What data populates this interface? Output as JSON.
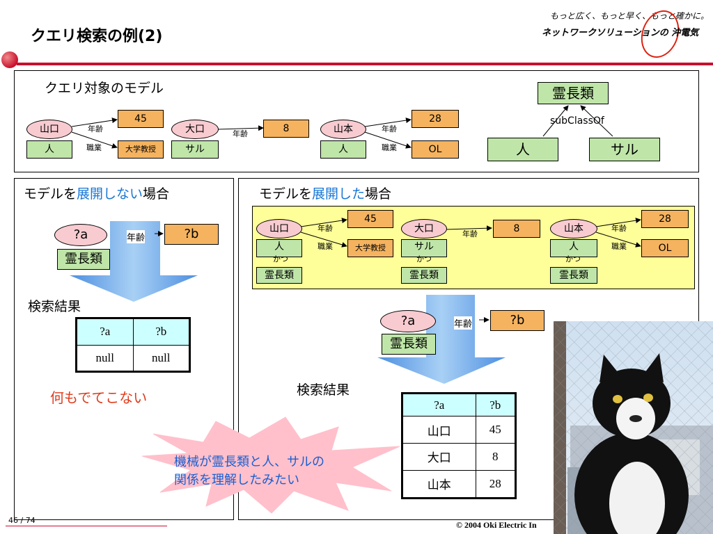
{
  "header": {
    "title": "クエリ検索の例(2)",
    "slogan": "もっと広く、もっと早く、もっと確かに。",
    "logo": "ネットワークソリューションの 沖電気"
  },
  "top": {
    "heading": "クエリ対象のモデル",
    "a": {
      "node": "山口",
      "cls": "人",
      "age_label": "年齢",
      "age": "45",
      "job_label": "職業",
      "job": "大学教授"
    },
    "b": {
      "node": "大口",
      "cls": "サル",
      "age_label": "年齢",
      "age": "8"
    },
    "c": {
      "node": "山本",
      "cls": "人",
      "age_label": "年齢",
      "age": "28",
      "job_label": "職業",
      "job": "OL"
    },
    "hier": {
      "parent": "霊長類",
      "rel": "subClassOf",
      "child1": "人",
      "child2": "サル"
    }
  },
  "left": {
    "heading_pre": "モデルを",
    "heading_hl": "展開しない",
    "heading_post": "場合",
    "qa": "?a",
    "qlabel": "年齢",
    "qb": "?b",
    "qcls": "霊長類",
    "result_label": "検索結果",
    "table": {
      "h": [
        "?a",
        "?b"
      ],
      "rows": [
        [
          "null",
          "null"
        ]
      ]
    },
    "note": "何もでてこない"
  },
  "right": {
    "heading_pre": "モデルを",
    "heading_hl": "展開した",
    "heading_post": "場合",
    "a": {
      "node": "山口",
      "cls": "人",
      "and": "かつ",
      "cls2": "霊長類",
      "age_label": "年齢",
      "age": "45",
      "job_label": "職業",
      "job": "大学教授"
    },
    "b": {
      "node": "大口",
      "cls": "サル",
      "and": "かつ",
      "cls2": "霊長類",
      "age_label": "年齢",
      "age": "8"
    },
    "c": {
      "node": "山本",
      "cls": "人",
      "and": "かつ",
      "cls2": "霊長類",
      "age_label": "年齢",
      "age": "28",
      "job_label": "職業",
      "job": "OL"
    },
    "qa": "?a",
    "qlabel": "年齢",
    "qb": "?b",
    "qcls": "霊長類",
    "result_label": "検索結果",
    "table": {
      "h": [
        "?a",
        "?b"
      ],
      "rows": [
        [
          "山口",
          "45"
        ],
        [
          "大口",
          "8"
        ],
        [
          "山本",
          "28"
        ]
      ]
    }
  },
  "callout": {
    "line1": "機械が霊長類と人、サルの",
    "line2": "関係を理解したみたい"
  },
  "footer": {
    "page": "46 / 74",
    "copyright": "© 2004 Oki Electric In"
  },
  "colors": {
    "accent": "#c8102e",
    "pink": "#f8cbd0",
    "green": "#bfe6a8",
    "orange": "#f5b35f",
    "yellow": "#ffff99",
    "blue": "#1877d6"
  }
}
